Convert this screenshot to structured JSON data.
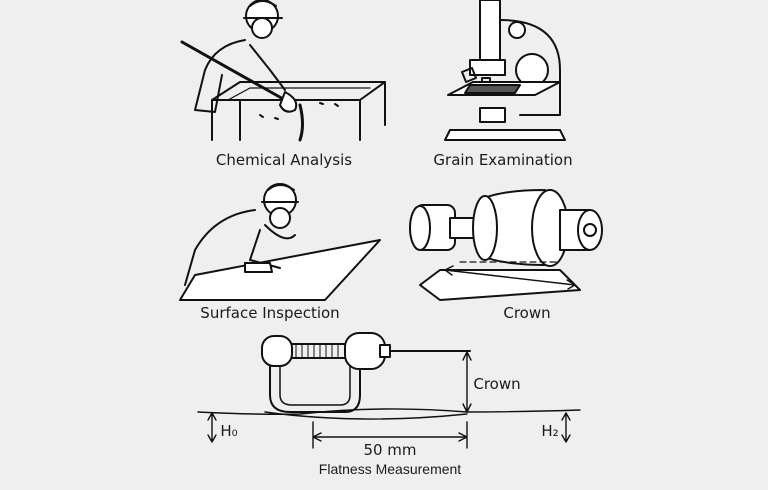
{
  "panels": {
    "chemical_analysis": "Chemical Analysis",
    "grain_examination": "Grain Examination",
    "surface_inspection": "Surface Inspection",
    "crown": "Crown"
  },
  "flatness": {
    "crown_label": "Crown",
    "h0_label": "H₀",
    "h2_label": "H₂",
    "distance_label": "50 mm",
    "title": "Flatness Measurement"
  }
}
